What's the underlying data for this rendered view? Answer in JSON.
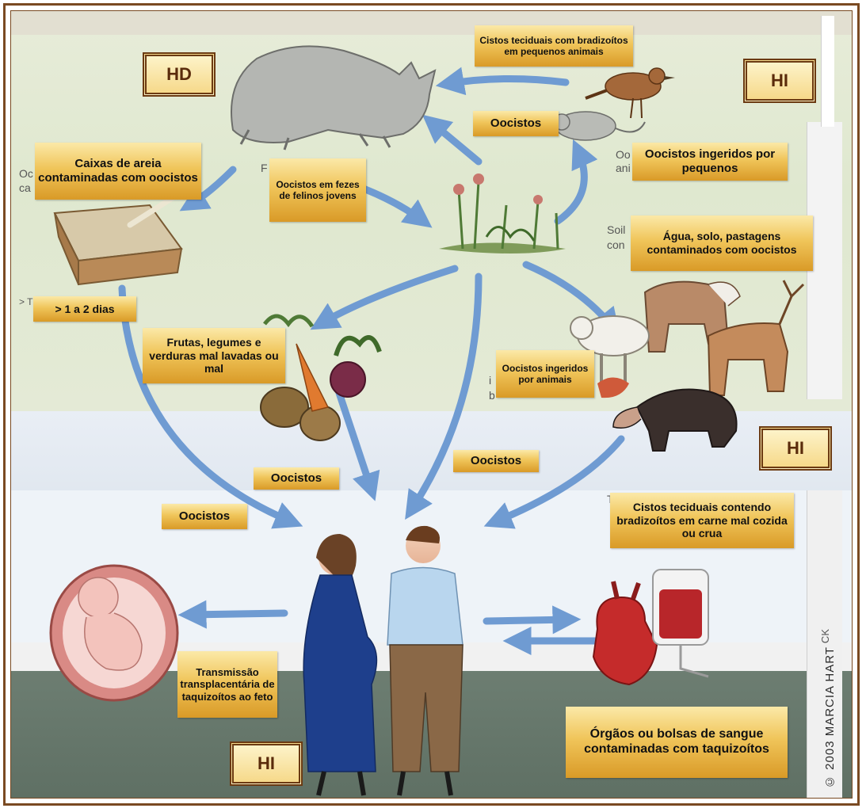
{
  "colors": {
    "frame": "#7a4a22",
    "label_gold_top": "#fbe9a8",
    "label_gold_bottom": "#d99a27",
    "arrow_blue": "#6f9bd2",
    "tag_text": "#5a2b0b"
  },
  "tags": {
    "hd": "HD",
    "hi_top": "HI",
    "hi_middle": "HI",
    "hi_bottom": "HI"
  },
  "labels": {
    "tissue_cysts_small_animals": "Cistos teciduais com bradizoítos em pequenos animais",
    "oocysts_top": "Oocistos",
    "oocysts_ingested_small": "Oocistos ingeridos por pequenos",
    "litter_boxes": "Caixas de areia contaminadas com oocistos",
    "oocysts_feces": "Oocistos em fezes de felinos jovens",
    "water_soil_pasture": "Água, solo, pastagens contaminados com oocistos",
    "days": "> 1 a 2 dias",
    "fruits_vegetables": "Frutas, legumes e verduras mal lavadas ou mal",
    "oocysts_ingested_animals": "Oocistos ingeridos por animais",
    "oocysts_mid_right": "Oocistos",
    "oocysts_mid_left": "Oocistos",
    "oocysts_lower_left": "Oocistos",
    "tissue_cysts_meat": "Cistos teciduais contendo bradizoítos em carne mal cozida ou crua",
    "transplacental": "Transmissão transplacentária de taquizoítos ao feto",
    "organs_blood": "Órgãos ou bolsas de sangue contaminadas com taquizoítos"
  },
  "credit": "© 2003 MARCIA HART",
  "background_fragments": {
    "oo_right": "Oo",
    "ani_right": "ani",
    "soil_right": "Soil",
    "con_right": "con",
    "oc_left": "Oc",
    "ca_left": "ca",
    "f_mid": "F",
    "gt_left": "> T",
    "i_left": "i",
    "b_left": "b",
    "t_right": "T",
    "ck_right": "CK"
  }
}
